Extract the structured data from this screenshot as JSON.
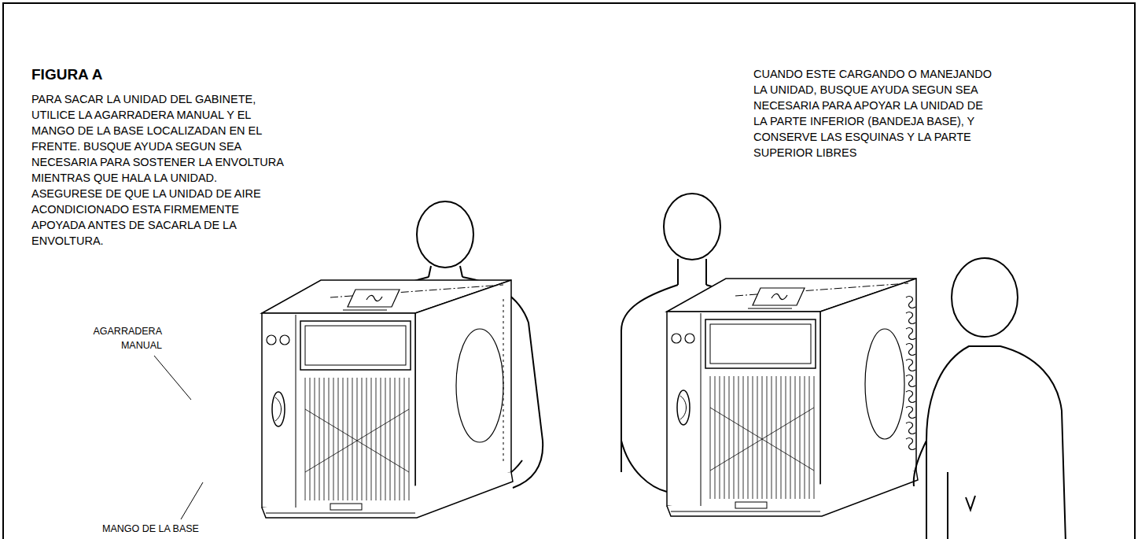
{
  "diagram": {
    "title": "FIGURA A",
    "labels": [
      "PARA SACAR LA UNIDAD DEL GABINETE, UTILICE LA AGARRADERA MANUAL Y EL MANGO DE LA BASE LOCALIZADAN EN EL FRENTE. BUSQUE AYUDA SEGUN SEA NECESARIA PARA SOSTENER LA ENVOLTURA MIENTRAS QUE HALA LA UNIDAD. ASEGURESE DE QUE LA UNIDAD DE AIRE ACONDICIONADO ESTA FIRMEMENTE APOYADA ANTES DE SACARLA DE LA ENVOLTURA.",
      "CUANDO ESTE CARGANDO O MANEJANDO LA UNIDAD, BUSQUE AYUDA SEGUN SEA NECESARIA PARA APOYAR LA UNIDAD DE LA PARTE INFERIOR (BANDEJA BASE), Y CONSERVE LAS ESQUINAS Y LA PARTE SUPERIOR LIBRES",
      "AGARRADERA MANUAL",
      "MANGO DE LA BASE"
    ]
  }
}
